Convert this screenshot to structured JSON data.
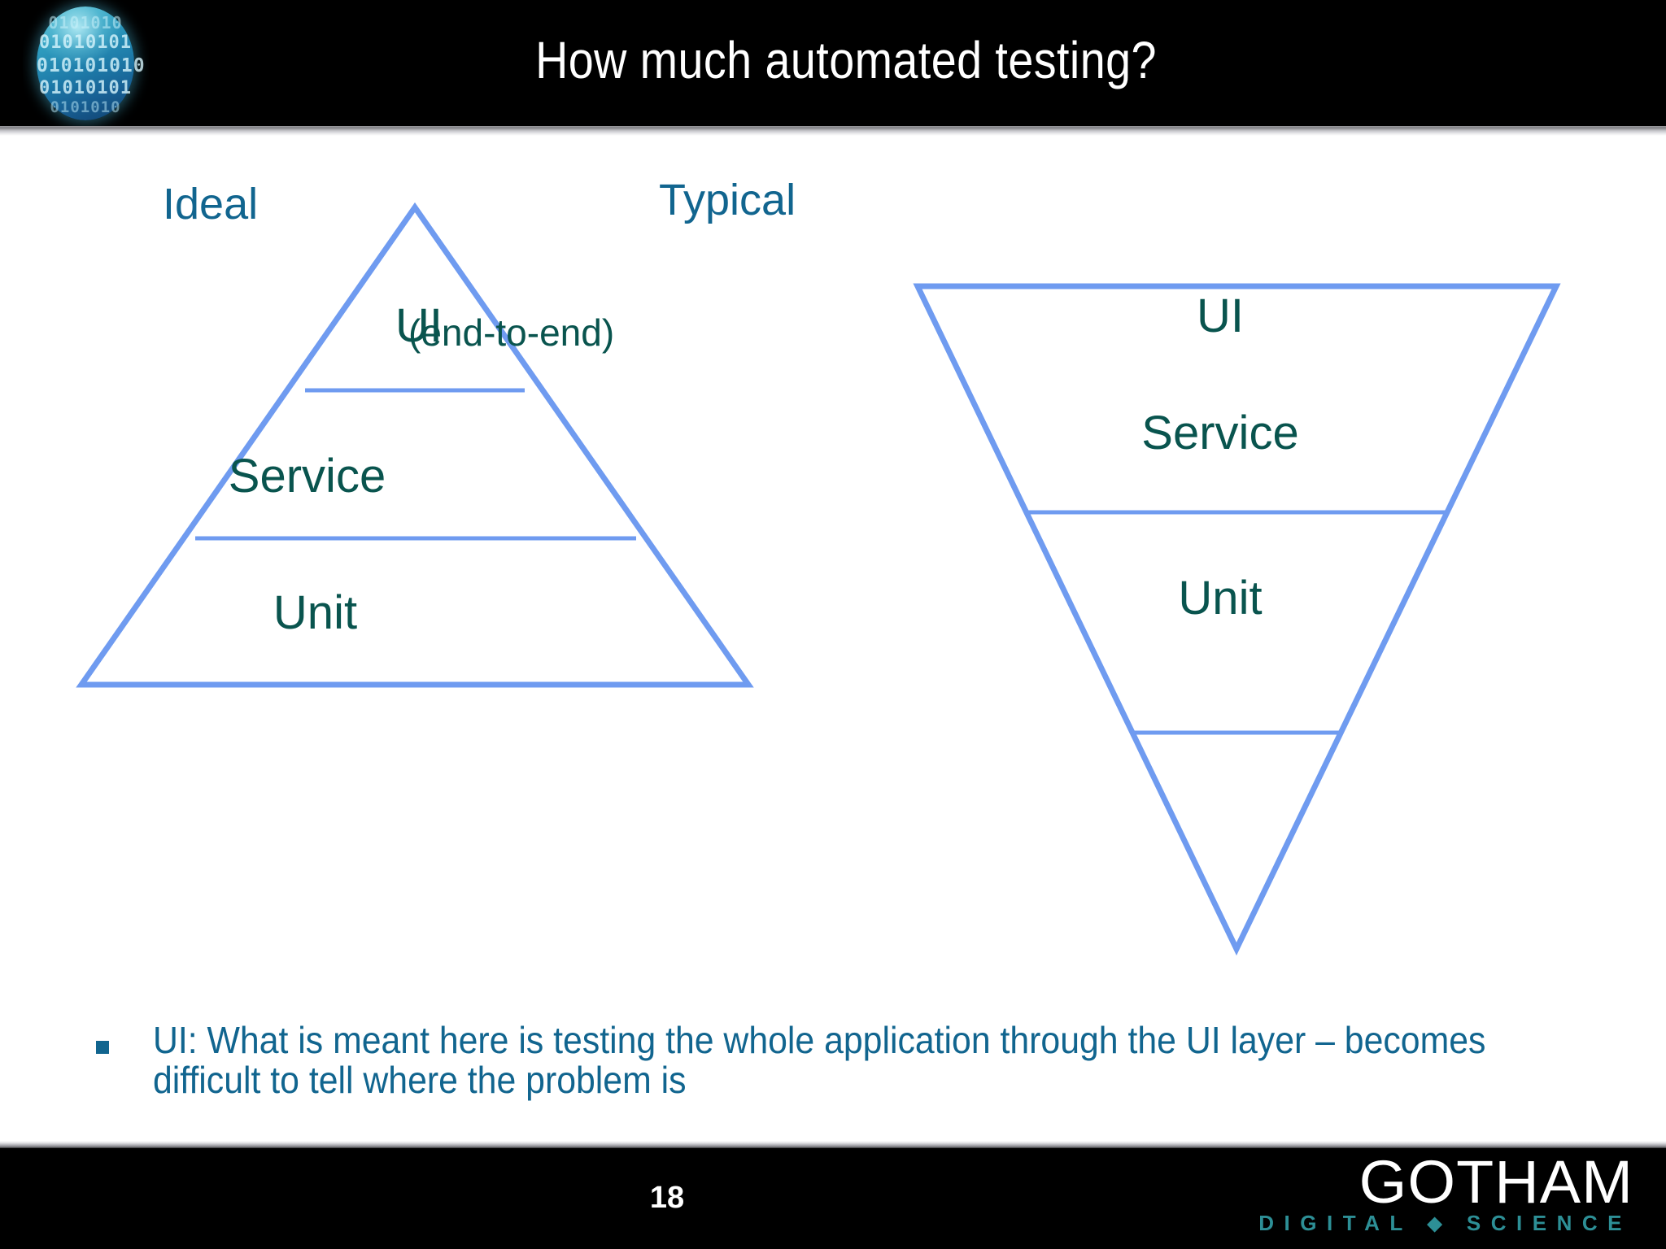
{
  "slide": {
    "title": "How much automated testing?",
    "page_number": "18",
    "accent_blue": "#6f9bf0",
    "label_blue": "#11658f",
    "tier_teal": "#09544e",
    "header_background": "#000000",
    "body_background": "#ffffff"
  },
  "logo": {
    "name": "binary-sphere-logo",
    "bit_rows": [
      "0101010",
      "01010101",
      "010101010",
      "01010101",
      "0101010"
    ]
  },
  "diagram": {
    "type": "test-automation-pyramids",
    "pyramids": [
      {
        "id": "ideal",
        "caption": "Ideal",
        "orientation": "upright",
        "tiers": [
          {
            "label": "UI",
            "note": "(end-to-end)"
          },
          {
            "label": "Service",
            "note": ""
          },
          {
            "label": "Unit",
            "note": ""
          }
        ]
      },
      {
        "id": "typical",
        "caption": "Typical",
        "orientation": "inverted",
        "tiers": [
          {
            "label": "UI",
            "note": ""
          },
          {
            "label": "Service",
            "note": ""
          },
          {
            "label": "Unit",
            "note": ""
          }
        ]
      }
    ]
  },
  "bullets": [
    {
      "marker": "square",
      "text": "UI: What is meant here is testing the whole application through the UI layer – becomes  difficult to tell where the problem is"
    }
  ],
  "footer": {
    "brand_main": "GOTHAM",
    "brand_sub": "DIGITAL ⬥ SCIENCE",
    "brand_sub_plain": "DIGITAL · SCIENCE"
  }
}
